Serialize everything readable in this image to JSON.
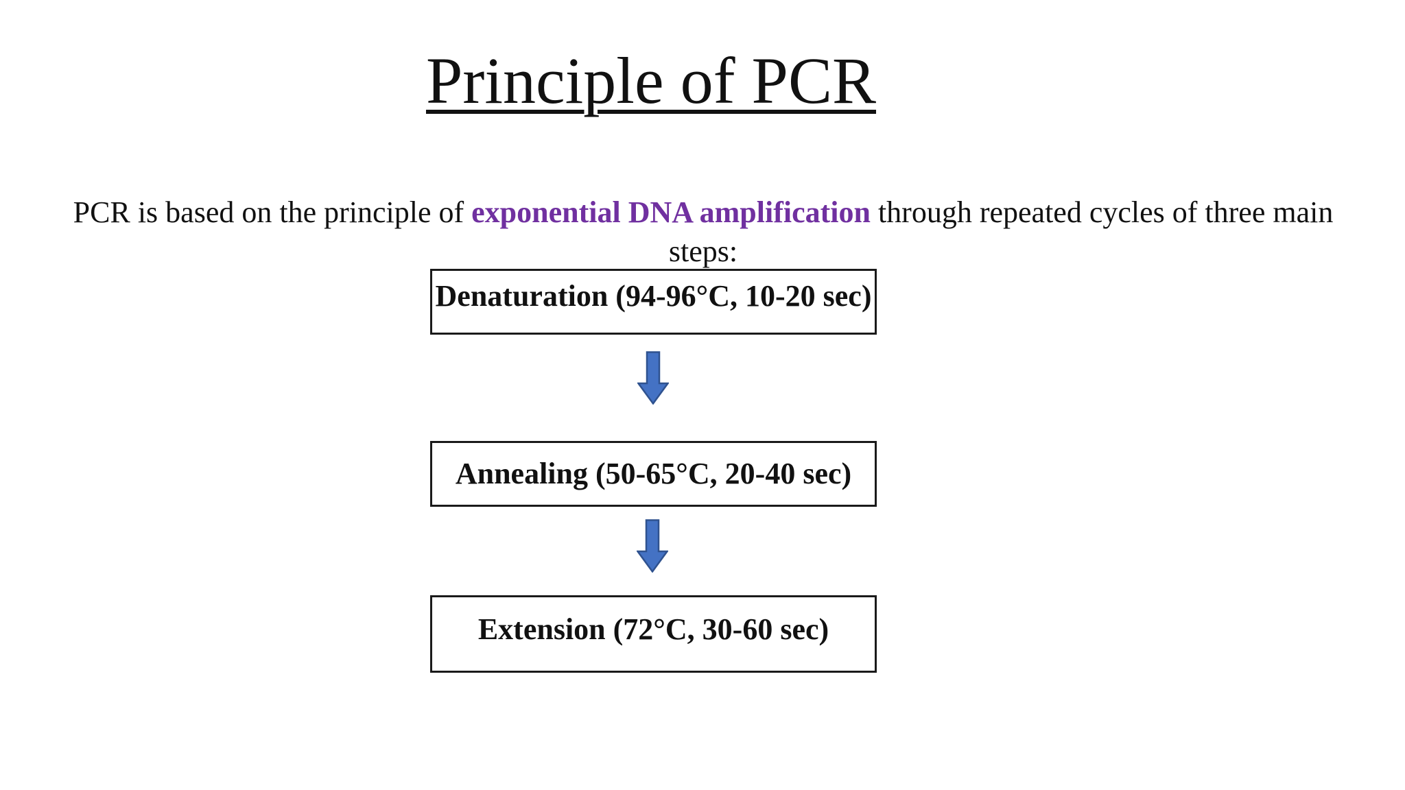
{
  "title": "Principle of PCR",
  "intro": {
    "text_before": "PCR is based on the principle of ",
    "highlight": "exponential DNA amplification",
    "text_after": " through repeated cycles of three main steps:"
  },
  "flow": {
    "steps": [
      {
        "label": "Denaturation (94-96°C, 10-20 sec)"
      },
      {
        "label": "Annealing (50-65°C, 20-40 sec)"
      },
      {
        "label": "Extension (72°C, 30-60 sec)"
      }
    ]
  },
  "icons": {
    "step_connector": "down-arrow-icon"
  },
  "colors": {
    "highlight-purple": "#7030A0",
    "arrow-fill": "#4472C4",
    "arrow-stroke": "#2F528F",
    "box-border": "#1a1a1a",
    "text": "#111111",
    "bg": "#ffffff"
  }
}
